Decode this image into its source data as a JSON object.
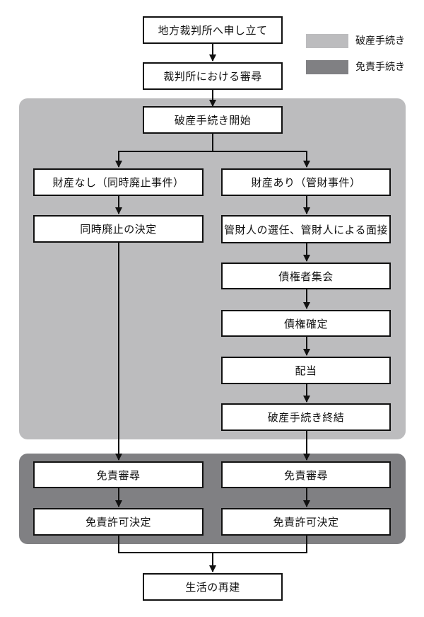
{
  "legend": {
    "bankruptcy": {
      "label": "破産手続き",
      "color": "#bcbcbe"
    },
    "discharge": {
      "label": "免責手続き",
      "color": "#808083"
    }
  },
  "nodes": {
    "petition": "地方裁判所へ申し立て",
    "court_hearing": "裁判所における審尋",
    "start": "破産手続き開始",
    "no_assets": "財産なし（同時廃止事件）",
    "simultaneous_abolition": "同時廃止の決定",
    "with_assets": "財産あり（管財事件）",
    "trustee": "管財人の選任、管財人による面接",
    "creditors_meeting": "債権者集会",
    "claims_confirmation": "債権確定",
    "distribution": "配当",
    "conclusion": "破産手続き終結",
    "discharge_review_left": "免責審尋",
    "discharge_decision_left": "免責許可決定",
    "discharge_review_right": "免責審尋",
    "discharge_decision_right": "免責許可決定",
    "rebuild": "生活の再建"
  }
}
